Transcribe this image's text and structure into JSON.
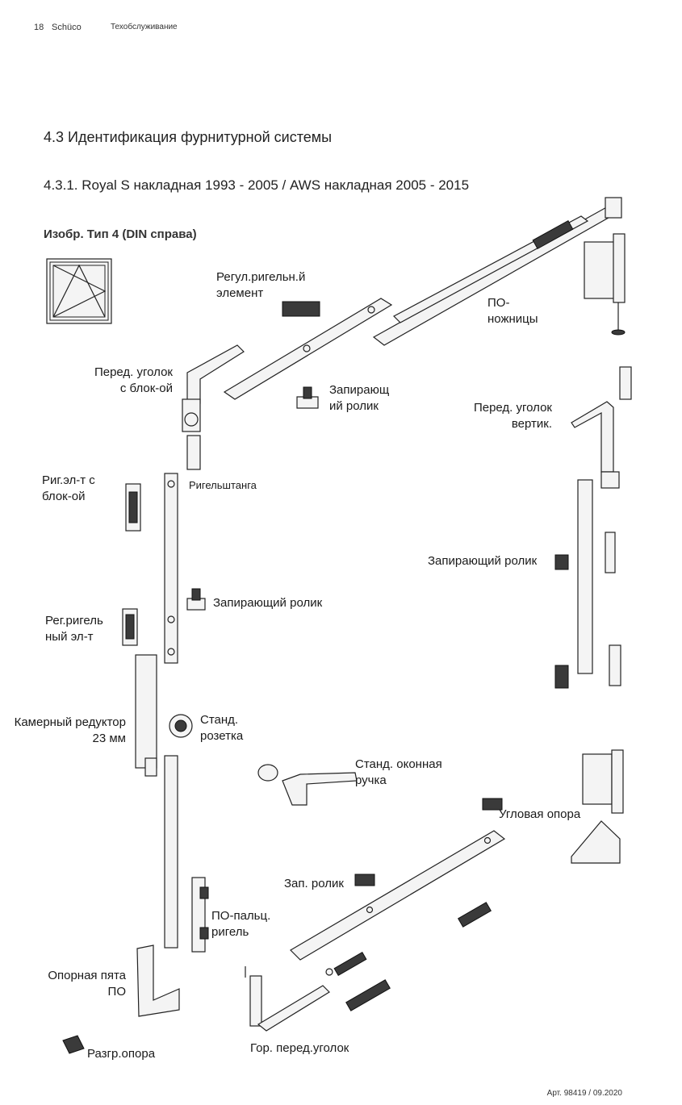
{
  "header": {
    "page_number": "18",
    "brand": "Schüco",
    "section": "Техобслуживание"
  },
  "headings": {
    "h1": "4.3 Идентификация фурнитурной системы",
    "h2": "4.3.1. Royal S накладная 1993 - 2005 / AWS накладная 2005 - 2015",
    "h3": "Изобр. Тип 4 (DIN справа)"
  },
  "labels": {
    "reg_rigel_element": [
      "Регул.ригельн.й",
      "элемент"
    ],
    "po_nozhnitsy": [
      "ПО-",
      "ножницы"
    ],
    "pered_ugolok_blok": [
      "Перед. уголок",
      "с блок-ой"
    ],
    "zapirayushch_rolik_top": [
      "Запирающ",
      "ий ролик"
    ],
    "pered_ugolok_vertik": [
      "Перед. уголок",
      "вертик."
    ],
    "rig_el_t_blok": [
      "Риг.эл-т с",
      "блок-ой"
    ],
    "rigelshtanga": "Ригельштанга",
    "zapirayushchiy_rolik_right": "Запирающий ролик",
    "zapirayushchiy_rolik_mid": "Запирающий ролик",
    "reg_rigelny_el_t": [
      "Рег.ригель",
      "ный эл-т"
    ],
    "kamerny_reduktor": [
      "Камерный редуктор",
      "23 мм"
    ],
    "stand_rozetka": [
      "Станд.",
      "розетка"
    ],
    "stand_okonnaya_ruchka": [
      "Станд. оконная",
      "ручка"
    ],
    "uglovaya_opora": "Угловая опора",
    "zap_rolik": "Зап. ролик",
    "po_palts_rigel": [
      "ПО-пальц.",
      "ригель"
    ],
    "opornaya_pyata": [
      "Опорная пята",
      "ПО"
    ],
    "razgr_opora": "Разгр.опора",
    "gor_pered_ugolok": "Гор. перед.уголок"
  },
  "footer": {
    "article": "Арт. 98419 / 09.2020"
  }
}
